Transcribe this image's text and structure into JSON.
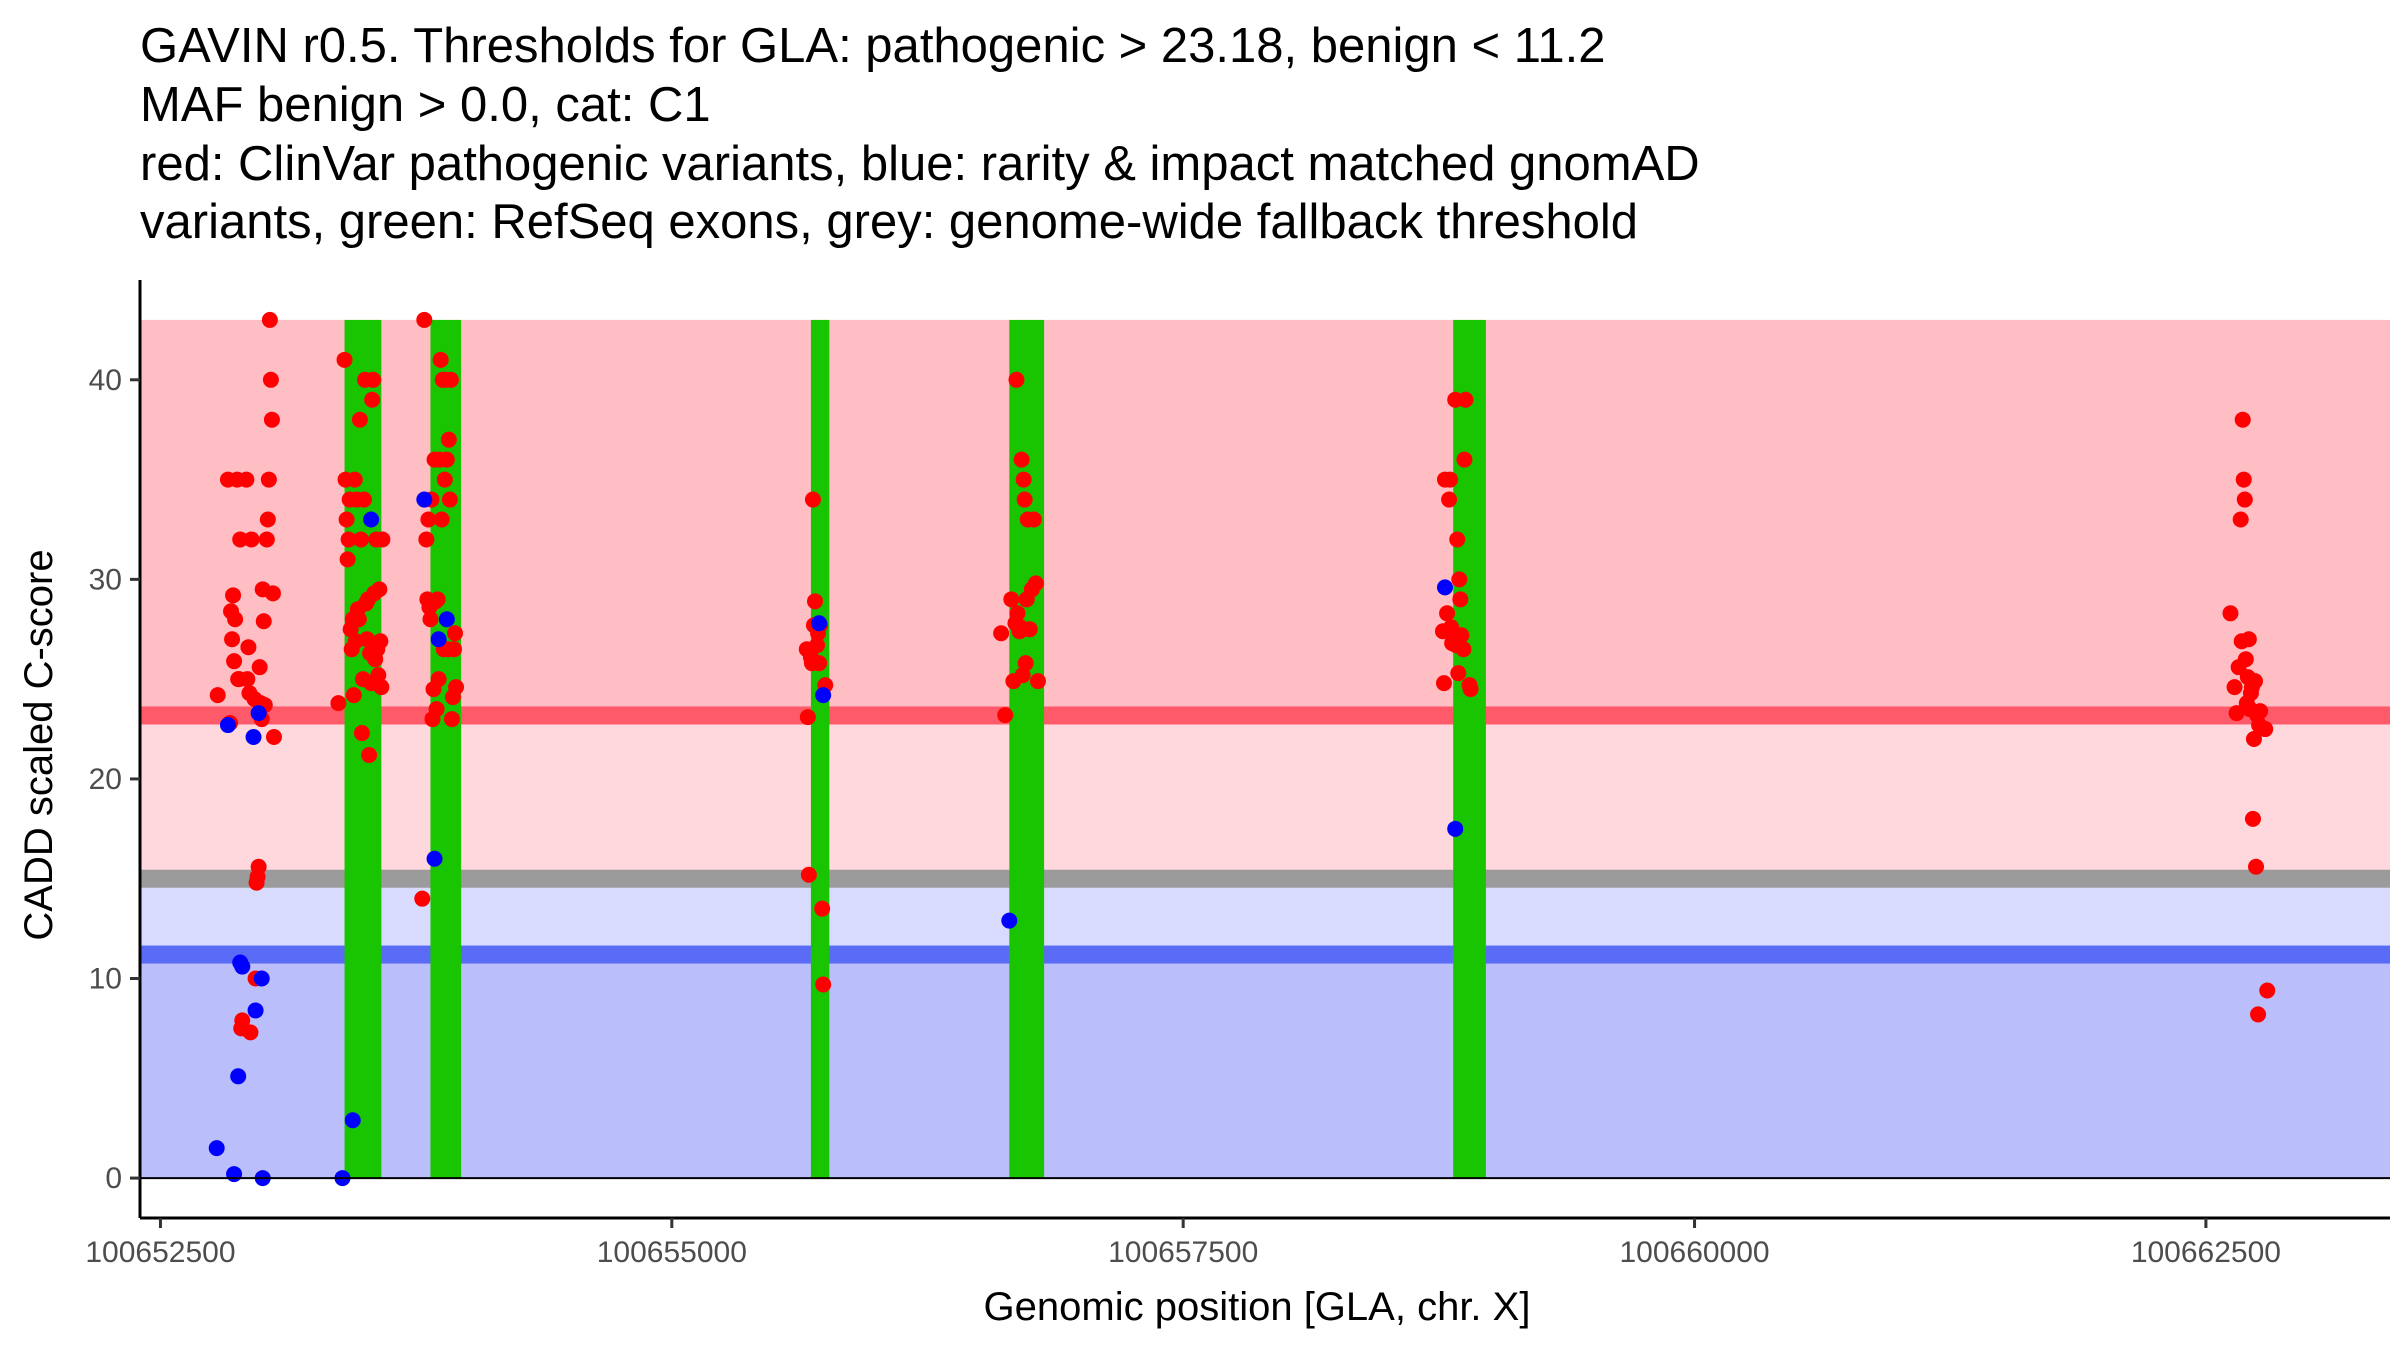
{
  "chart_data": {
    "type": "scatter",
    "title_lines": [
      "GAVIN r0.5. Thresholds for GLA: pathogenic > 23.18, benign < 11.2",
      "MAF benign > 0.0, cat: C1",
      "red: ClinVar pathogenic variants, blue: rarity & impact matched gnomAD",
      "variants, green: RefSeq exons, grey: genome-wide fallback threshold"
    ],
    "xlabel": "Genomic position [GLA, chr. X]",
    "ylabel": "CADD scaled C-score",
    "xlim": [
      100652400,
      100663400
    ],
    "ylim": [
      -2,
      45
    ],
    "x_ticks": [
      100652500,
      100655000,
      100657500,
      100660000,
      100662500
    ],
    "x_tick_labels": [
      "100652500",
      "100655000",
      "100657500",
      "100660000",
      "100662500"
    ],
    "y_ticks": [
      0,
      10,
      20,
      30,
      40
    ],
    "y_tick_labels": [
      "0",
      "10",
      "20",
      "30",
      "40"
    ],
    "grid": false,
    "colors": {
      "pathogenic_zone": "#ffbdc4",
      "pathogenic_uncertain_zone": "#ffd8dd",
      "benign_uncertain_zone": "#d8dbfe",
      "benign_zone": "#babffb",
      "pathogenic_threshold": "#ff5a69",
      "benign_threshold": "#5a6bf6",
      "fallback_threshold": "#9b9b9b",
      "exon": "#19c400",
      "pathogenic_point": "#ff0000",
      "benign_point": "#0000ff"
    },
    "thresholds": {
      "pathogenic": 23.18,
      "benign": 11.2,
      "genome_wide_fallback": 15.0,
      "band_top": 43
    },
    "exons": [
      [
        100653400,
        100653580
      ],
      [
        100653820,
        100653970
      ],
      [
        100655680,
        100655770
      ],
      [
        100656650,
        100656820
      ],
      [
        100658820,
        100658980
      ]
    ],
    "series": [
      {
        "name": "red: ClinVar pathogenic variants",
        "points": [
          [
            100652780,
            24.2
          ],
          [
            100652830,
            35
          ],
          [
            100652840,
            22.8
          ],
          [
            100652845,
            28.4
          ],
          [
            100652850,
            27
          ],
          [
            100652855,
            29.2
          ],
          [
            100652860,
            25.9
          ],
          [
            100652865,
            28
          ],
          [
            100652875,
            35
          ],
          [
            100652880,
            25
          ],
          [
            100652885,
            25
          ],
          [
            100652890,
            32
          ],
          [
            100652895,
            7.5
          ],
          [
            100652900,
            7.9
          ],
          [
            100652920,
            35
          ],
          [
            100652925,
            25
          ],
          [
            100652930,
            26.6
          ],
          [
            100652935,
            24.3
          ],
          [
            100652940,
            7.3
          ],
          [
            100652945,
            32
          ],
          [
            100652960,
            24
          ],
          [
            100652965,
            10
          ],
          [
            100652970,
            14.8
          ],
          [
            100652975,
            15.1
          ],
          [
            100652980,
            15.6
          ],
          [
            100652985,
            25.6
          ],
          [
            100652990,
            23.8
          ],
          [
            100652995,
            23
          ],
          [
            100653000,
            29.5
          ],
          [
            100653005,
            27.9
          ],
          [
            100653010,
            23.7
          ],
          [
            100653020,
            32
          ],
          [
            100653025,
            33
          ],
          [
            100653030,
            35
          ],
          [
            100653035,
            43
          ],
          [
            100653040,
            40
          ],
          [
            100653045,
            38
          ],
          [
            100653050,
            29.3
          ],
          [
            100653055,
            22.1
          ],
          [
            100653370,
            23.8
          ],
          [
            100653400,
            41
          ],
          [
            100653405,
            35
          ],
          [
            100653410,
            33
          ],
          [
            100653415,
            31
          ],
          [
            100653420,
            32
          ],
          [
            100653425,
            34
          ],
          [
            100653430,
            27.5
          ],
          [
            100653435,
            26.5
          ],
          [
            100653440,
            28
          ],
          [
            100653445,
            24.2
          ],
          [
            100653450,
            35
          ],
          [
            100653455,
            26.9
          ],
          [
            100653460,
            34
          ],
          [
            100653465,
            28.5
          ],
          [
            100653470,
            28
          ],
          [
            100653475,
            38
          ],
          [
            100653480,
            32
          ],
          [
            100653485,
            22.3
          ],
          [
            100653490,
            25
          ],
          [
            100653495,
            34
          ],
          [
            100653500,
            40
          ],
          [
            100653505,
            28.8
          ],
          [
            100653510,
            27
          ],
          [
            100653515,
            29
          ],
          [
            100653520,
            21.2
          ],
          [
            100653525,
            26.3
          ],
          [
            100653530,
            24.8
          ],
          [
            100653535,
            39
          ],
          [
            100653540,
            40
          ],
          [
            100653545,
            29.3
          ],
          [
            100653550,
            26
          ],
          [
            100653555,
            32
          ],
          [
            100653560,
            26.5
          ],
          [
            100653565,
            25.2
          ],
          [
            100653570,
            29.5
          ],
          [
            100653575,
            26.9
          ],
          [
            100653580,
            24.6
          ],
          [
            100653585,
            32
          ],
          [
            100653780,
            14
          ],
          [
            100653790,
            43
          ],
          [
            100653800,
            32
          ],
          [
            100653805,
            29
          ],
          [
            100653810,
            33
          ],
          [
            100653815,
            28.6
          ],
          [
            100653820,
            28
          ],
          [
            100653825,
            34
          ],
          [
            100653830,
            23
          ],
          [
            100653835,
            24.5
          ],
          [
            100653840,
            36
          ],
          [
            100653845,
            28.9
          ],
          [
            100653850,
            23.5
          ],
          [
            100653855,
            29
          ],
          [
            100653860,
            25
          ],
          [
            100653865,
            36
          ],
          [
            100653870,
            41
          ],
          [
            100653875,
            33
          ],
          [
            100653880,
            40
          ],
          [
            100653885,
            26.5
          ],
          [
            100653890,
            35
          ],
          [
            100653895,
            40
          ],
          [
            100653900,
            36
          ],
          [
            100653905,
            26.5
          ],
          [
            100653910,
            37
          ],
          [
            100653915,
            34
          ],
          [
            100653920,
            40
          ],
          [
            100653925,
            23
          ],
          [
            100653930,
            24.1
          ],
          [
            100653935,
            26.5
          ],
          [
            100653940,
            27.3
          ],
          [
            100653945,
            24.6
          ],
          [
            100655660,
            26.5
          ],
          [
            100655665,
            23.1
          ],
          [
            100655670,
            15.2
          ],
          [
            100655680,
            26.1
          ],
          [
            100655685,
            25.8
          ],
          [
            100655690,
            34
          ],
          [
            100655695,
            27.7
          ],
          [
            100655700,
            28.9
          ],
          [
            100655710,
            26.7
          ],
          [
            100655715,
            27.3
          ],
          [
            100655720,
            25.8
          ],
          [
            100655725,
            27.7
          ],
          [
            100655735,
            13.5
          ],
          [
            100655740,
            9.7
          ],
          [
            100655750,
            24.7
          ],
          [
            100656610,
            27.3
          ],
          [
            100656630,
            23.2
          ],
          [
            100656660,
            29
          ],
          [
            100656670,
            24.9
          ],
          [
            100656680,
            27.8
          ],
          [
            100656685,
            40
          ],
          [
            100656690,
            28.3
          ],
          [
            100656700,
            27.4
          ],
          [
            100656705,
            27.6
          ],
          [
            100656710,
            36
          ],
          [
            100656715,
            25.2
          ],
          [
            100656720,
            35
          ],
          [
            100656725,
            34
          ],
          [
            100656730,
            25.8
          ],
          [
            100656735,
            29
          ],
          [
            100656740,
            33
          ],
          [
            100656750,
            27.5
          ],
          [
            100656760,
            29.5
          ],
          [
            100656770,
            33
          ],
          [
            100656780,
            29.8
          ],
          [
            100656790,
            24.9
          ],
          [
            100658770,
            27.4
          ],
          [
            100658775,
            24.8
          ],
          [
            100658780,
            35
          ],
          [
            100658790,
            28.3
          ],
          [
            100658800,
            34
          ],
          [
            100658805,
            35
          ],
          [
            100658810,
            27.6
          ],
          [
            100658815,
            26.8
          ],
          [
            100658820,
            27.3
          ],
          [
            100658830,
            39
          ],
          [
            100658835,
            26.7
          ],
          [
            100658840,
            32
          ],
          [
            100658845,
            25.3
          ],
          [
            100658850,
            30
          ],
          [
            100658855,
            29
          ],
          [
            100658860,
            27.2
          ],
          [
            100658870,
            26.5
          ],
          [
            100658875,
            36
          ],
          [
            100658880,
            39
          ],
          [
            100658900,
            24.7
          ],
          [
            100658905,
            24.5
          ],
          [
            100662620,
            28.3
          ],
          [
            100662640,
            24.6
          ],
          [
            100662650,
            23.3
          ],
          [
            100662660,
            25.6
          ],
          [
            100662670,
            33
          ],
          [
            100662675,
            26.9
          ],
          [
            100662680,
            38
          ],
          [
            100662685,
            35
          ],
          [
            100662690,
            34
          ],
          [
            100662695,
            26
          ],
          [
            100662700,
            23.8
          ],
          [
            100662705,
            25.1
          ],
          [
            100662710,
            27
          ],
          [
            100662715,
            23.5
          ],
          [
            100662720,
            24.3
          ],
          [
            100662725,
            24.6
          ],
          [
            100662730,
            18
          ],
          [
            100662735,
            22
          ],
          [
            100662740,
            24.9
          ],
          [
            100662745,
            15.6
          ],
          [
            100662750,
            23.2
          ],
          [
            100662755,
            8.2
          ],
          [
            100662760,
            22.7
          ],
          [
            100662765,
            23.4
          ],
          [
            100662790,
            22.5
          ],
          [
            100662800,
            9.4
          ]
        ]
      },
      {
        "name": "blue: rarity & impact matched gnomAD variants",
        "points": [
          [
            100652775,
            1.5
          ],
          [
            100652830,
            22.7
          ],
          [
            100652860,
            0.2
          ],
          [
            100652880,
            5.1
          ],
          [
            100652890,
            10.8
          ],
          [
            100652900,
            10.6
          ],
          [
            100652955,
            22.1
          ],
          [
            100652965,
            8.4
          ],
          [
            100652980,
            23.3
          ],
          [
            100652995,
            10
          ],
          [
            100653000,
            0
          ],
          [
            100653390,
            0
          ],
          [
            100653440,
            2.9
          ],
          [
            100653530,
            33
          ],
          [
            100653790,
            34
          ],
          [
            100653840,
            16
          ],
          [
            100653860,
            27
          ],
          [
            100653900,
            28
          ],
          [
            100655720,
            27.8
          ],
          [
            100655740,
            24.2
          ],
          [
            100656650,
            12.9
          ],
          [
            100658780,
            29.6
          ],
          [
            100658830,
            17.5
          ]
        ]
      }
    ]
  }
}
